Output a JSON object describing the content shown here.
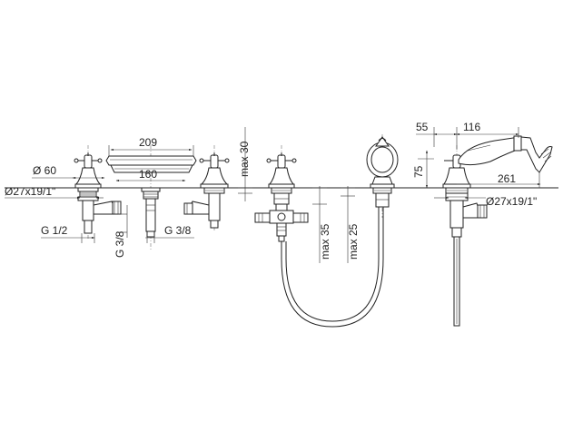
{
  "dimensions": {
    "d60": "Ø 60",
    "d27_left": "Ø27x19/1\"",
    "g12": "G 1/2",
    "g38_left": "G 3/8",
    "g38_right": "G 3/8",
    "w209": "209",
    "w160": "160",
    "max30": "max 30",
    "max35": "max 35",
    "max25": "max 25",
    "w55": "55",
    "w116": "116",
    "h75": "75",
    "w261": "261",
    "d27_right": "Ø27x19/1\""
  }
}
